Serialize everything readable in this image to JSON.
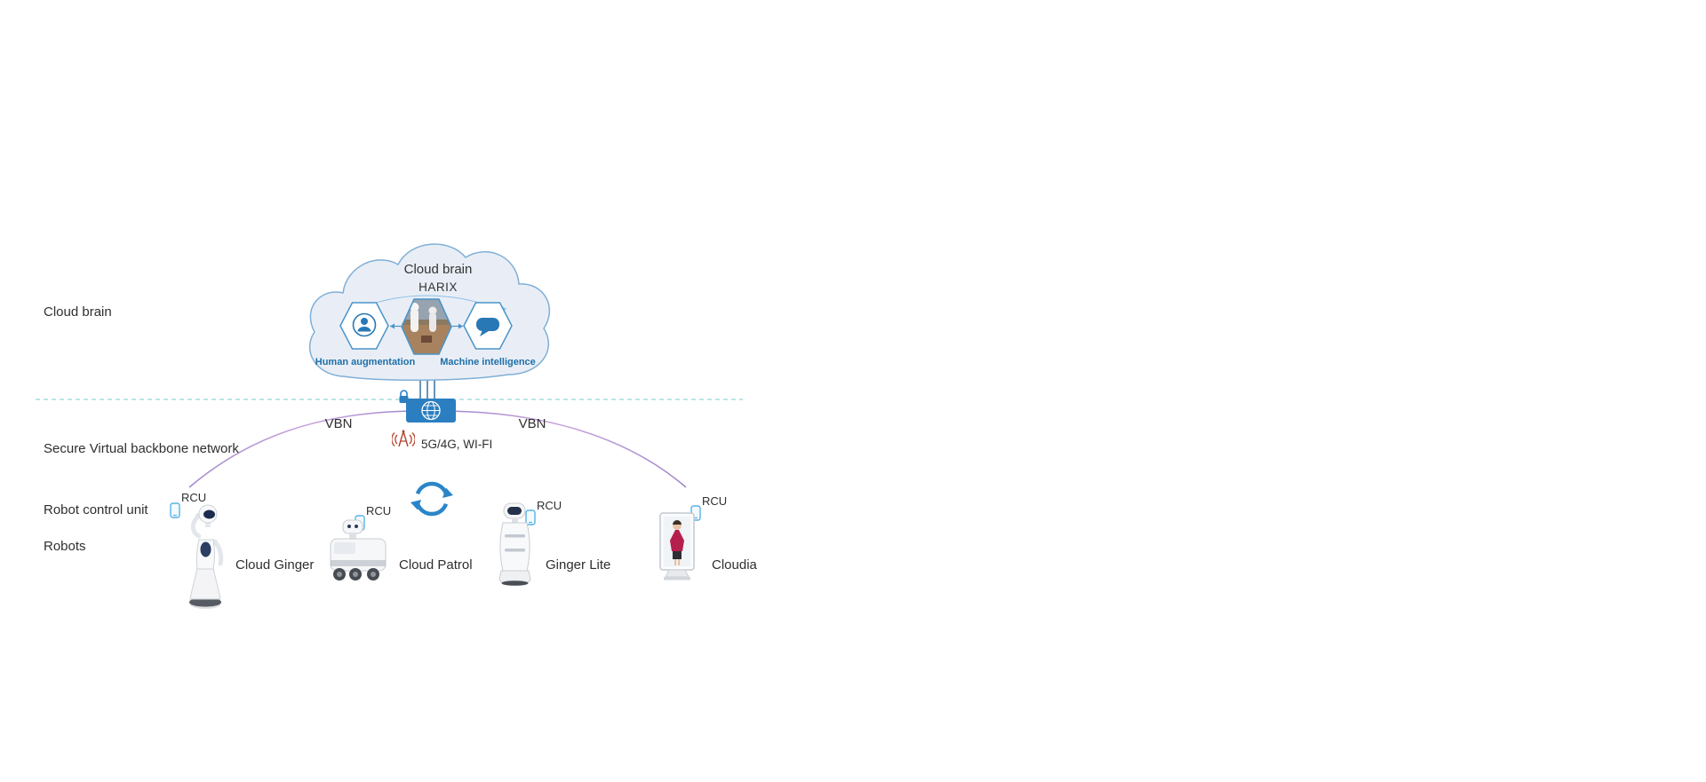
{
  "rows": {
    "cloud_brain": "Cloud brain",
    "svbn": "Secure Virtual backbone network",
    "rcu": "Robot control unit",
    "robots": "Robots"
  },
  "cloud": {
    "title": "Cloud brain",
    "subtitle": "HARIX",
    "left_hex_label": "Human augmentation",
    "right_hex_label": "Machine intelligence"
  },
  "network": {
    "vbn_left": "VBN",
    "vbn_right": "VBN",
    "wireless": "5G/4G, WI-FI"
  },
  "devices": [
    {
      "rcu": "RCU",
      "name": "Cloud Ginger"
    },
    {
      "rcu": "RCU",
      "name": "Cloud Patrol"
    },
    {
      "rcu": "RCU",
      "name": "Ginger Lite"
    },
    {
      "rcu": "RCU",
      "name": "Cloudia"
    }
  ],
  "colors": {
    "accent_blue": "#2b7fc1",
    "cloud_fill": "#e9eef6",
    "cloud_stroke": "#7fafd6",
    "dash_teal": "#8ed6de",
    "arc_purple": "#a98fd0",
    "antenna_red": "#b5402c"
  }
}
